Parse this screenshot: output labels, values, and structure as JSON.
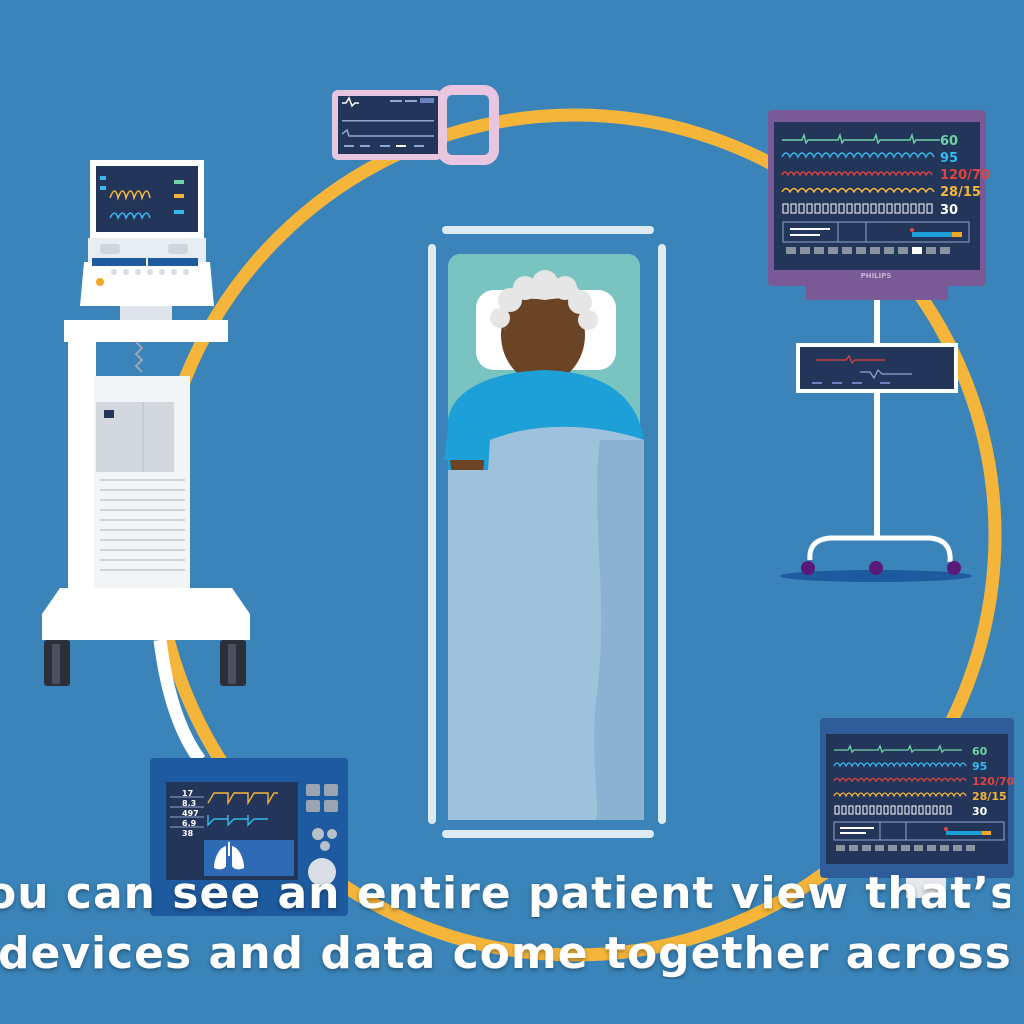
{
  "colors": {
    "background": "#3a84b9",
    "ring": "#f5b53a",
    "bed": "#ddeaf4",
    "sheet": "#9ec2dc",
    "gown": "#1d9fd8",
    "monitor_frame": "#7a5a96",
    "screen": "#24355a"
  },
  "captions": {
    "line1": "ou can see an entire patient view that’s only",
    "line2": "devices and data come together across acu"
  },
  "monitor_top": {
    "values": [
      "60",
      "95",
      "120/70",
      "28/15",
      "30"
    ],
    "colors": [
      "#6fd3a8",
      "#35b9f0",
      "#e0443e",
      "#f5b53a",
      "#ffffff"
    ],
    "brand": "PHILIPS"
  },
  "monitor_bottom": {
    "values": [
      "60",
      "95",
      "120/70",
      "28/15",
      "30"
    ],
    "colors": [
      "#6fd3a8",
      "#35b9f0",
      "#e0443e",
      "#f5b53a",
      "#ffffff"
    ]
  },
  "ventilator_panel": {
    "values": [
      "17",
      "8.3",
      "497",
      "6.9",
      "38"
    ]
  },
  "icons": [
    "ventilator-icon",
    "patient-monitor-icon",
    "infusion-pump-icon",
    "lungs-icon",
    "hospital-bed-icon"
  ]
}
